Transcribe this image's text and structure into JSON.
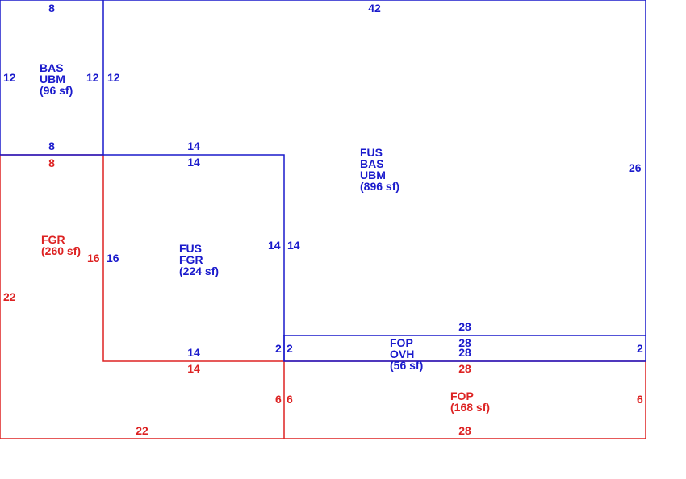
{
  "colors": {
    "blue": "#1a1acc",
    "red": "#dd2222"
  },
  "areas": {
    "bas_ubm": {
      "lines": [
        "BAS",
        "UBM",
        "(96 sf)"
      ]
    },
    "fus_bas_ubm": {
      "lines": [
        "FUS",
        "BAS",
        "UBM",
        "(896 sf)"
      ]
    },
    "fus_fgr": {
      "lines": [
        "FUS",
        "FGR",
        "(224 sf)"
      ]
    },
    "fgr": {
      "lines": [
        "FGR",
        "(260 sf)"
      ]
    },
    "fop_ovh": {
      "lines": [
        "FOP",
        "OVH",
        "(56 sf)"
      ]
    },
    "fop": {
      "lines": [
        "FOP",
        "(168 sf)"
      ]
    }
  },
  "dimensions": {
    "bas_ubm": {
      "top": "8",
      "left": "12",
      "right": "12",
      "bottom": "8"
    },
    "fus_bas_ubm": {
      "top": "42",
      "left": "12",
      "right": "26",
      "inner_top": "14",
      "inner_right": "14",
      "bottom": "28",
      "step": "2"
    },
    "fus_fgr": {
      "top": "14",
      "left": "16",
      "right": "14",
      "bottom": "14",
      "step": "2"
    },
    "fgr": {
      "top": "8",
      "left": "22",
      "right": "16",
      "bottom": "22",
      "inner_bottom": "14",
      "inner_right": "6"
    },
    "fop_ovh": {
      "top": "28",
      "bottom": "28",
      "left": "2",
      "right": "2"
    },
    "fop": {
      "top": "28",
      "bottom": "28",
      "left": "6",
      "right": "6"
    }
  }
}
